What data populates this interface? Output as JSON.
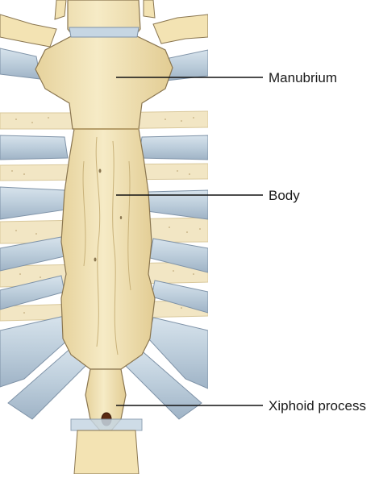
{
  "figure": {
    "subject": "sternum",
    "labels": {
      "manubrium": "Manubrium",
      "body": "Body",
      "xiphoid": "Xiphoid process"
    }
  },
  "colors": {
    "bone": "#f3e3b3",
    "bone_shadow": "#dcc58c",
    "bone_outline": "#8a7650",
    "cartilage": "#bfd0de",
    "cartilage_dark": "#8fa4b8",
    "rib_light": "#f4e8c8",
    "leader": "#111111"
  }
}
